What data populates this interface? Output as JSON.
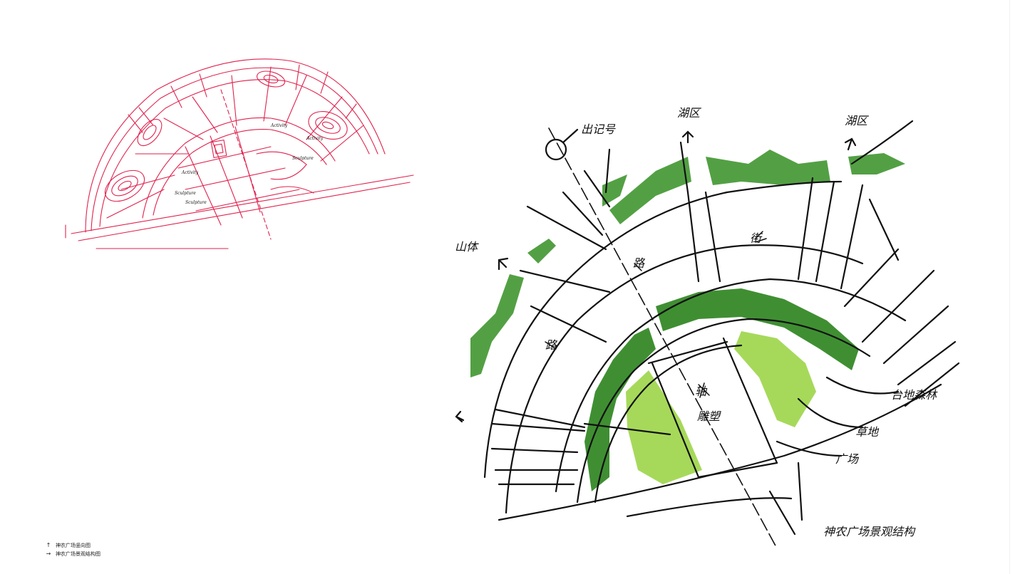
{
  "left_sketch": {
    "ink_color": "#e0224d",
    "labels": [
      "Activity",
      "Activity",
      "Sculpture",
      "Sculpture",
      "Activity",
      "Sculpture"
    ]
  },
  "right_sketch": {
    "ink_color": "#111111",
    "green_dark": "#3f8f32",
    "green_light": "#a6d95a",
    "labels": {
      "top_left_marker": "出记号",
      "lake_1": "湖区",
      "lake_2": "湖区",
      "mountain": "山体",
      "street": "街",
      "avenue": "路",
      "axis": "轴",
      "sculpture": "雕塑",
      "forest": "台地森林",
      "grass": "草地",
      "plaza": "广场",
      "title": "神农广场景观结构"
    }
  },
  "captions": [
    {
      "icon": "↑",
      "text": "神农广场竖向图"
    },
    {
      "icon": "→",
      "text": "神农广场景观结构图"
    }
  ]
}
